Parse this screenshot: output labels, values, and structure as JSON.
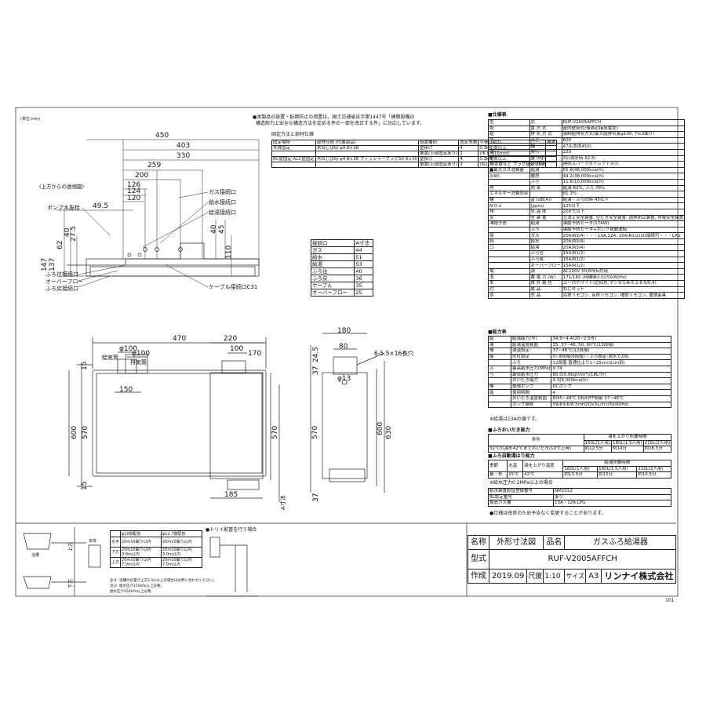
{
  "unit_label": "(単位:mm)",
  "top_notes": [
    "●本製品の設置・転倒防止の措置は，国土交通省告示第1447号「建築設備の",
    "構造耐力上安全な構造方法を定める件の一部を改正する件」に対応しています。"
  ],
  "fixing_method_title": "固定方法と部材仕様",
  "fixing_table": {
    "headers": [
      "固定場所",
      "部材仕様 (付属部品)",
      "設置種別",
      "固定本数",
      "引張り耐力",
      "備考"
    ],
    "rows": [
      [
        "木質固定",
        "木ねじ(JIS) φ4.8×38",
        "壁掛け",
        "4",
        "0.3kN/本以上",
        ""
      ],
      [
        "",
        "",
        "据置(上部固定あり)",
        "2",
        "(木下地15mm)",
        ""
      ],
      [
        "RC壁固定 ALC壁固定",
        "木ねじ(JIS) φ4.8×38 フィッシャープラグSX 6×30",
        "壁掛け",
        "4",
        "0.3kN/本以上",
        ""
      ],
      [
        "",
        "",
        "据置(上部固定あり)",
        "2",
        "(ねじの本数など プラグ組合せ時)",
        ""
      ]
    ]
  },
  "connection_table": {
    "headers": [
      "接続口",
      "A寸法"
    ],
    "rows": [
      [
        "ガス",
        "44"
      ],
      [
        "給水",
        "51"
      ],
      [
        "給湯",
        "53"
      ],
      [
        "ふろ往",
        "40"
      ],
      [
        "ふろ戻",
        "36"
      ],
      [
        "ケーブル",
        "35"
      ],
      [
        "オーバーフロー",
        "25"
      ]
    ]
  },
  "top_view": {
    "caption": "(上方からの透視図)",
    "dims_top": [
      "450",
      "403",
      "330",
      "259",
      "200",
      "126",
      "124",
      "120"
    ],
    "dims_side": [
      "147",
      "137",
      "62",
      "40",
      "27.5",
      "40",
      "45",
      "110"
    ],
    "dim_left": "49.5",
    "labels_right": [
      "ガス接続口",
      "給水接続口",
      "給湯接続口",
      "ケーブル接続口C31"
    ],
    "labels_left": [
      "ポンプ水抜栓",
      "ふろ往接続口",
      "オーバーフロー",
      "ふろ戻接続口"
    ]
  },
  "front_view": {
    "width": "470",
    "flue_dia_1": "φ100",
    "flue_dia_2": "φ100",
    "label_supply": "給気筒",
    "label_exhaust": "排気筒",
    "flue_span": "150",
    "height": "600",
    "top_offset": "15",
    "bottom_offset": "15",
    "inner_height": "570"
  },
  "side_view": {
    "dims_top": [
      "220",
      "100",
      "170"
    ],
    "height_inner": "570",
    "depth_bottom": "185",
    "label_a": "A寸法"
  },
  "back_view": {
    "width": "180",
    "inner_width": "80",
    "hole_label": "6-5.5×16長穴",
    "dia": "φ13",
    "dims_left": [
      "37",
      "24.5",
      "37"
    ],
    "height": "570",
    "height_total": "630",
    "height_600": "600"
  },
  "spec_title": "■仕様表",
  "spec_rows": [
    [
      "型",
      "式",
      "RUF-V2005AFFCH"
    ],
    [
      "設",
      "置 方 式",
      "屋内壁掛式(後面近接設置型)"
    ],
    [
      "給",
      "排 気 方 式",
      "強制給排気方式(最大給排気長φ100, 7m3曲り)"
    ],
    [
      "寸",
      "高さ",
      "600"
    ],
    [
      "",
      "幅",
      "470(本体450)"
    ],
    [
      "法",
      "奥行",
      "220"
    ],
    [
      "質",
      "量 (kg)",
      "31(満水時:32.5)"
    ],
    [
      "点",
      "火 方 式",
      "連続スパークダイレクト点火"
    ],
    [
      "■最大ガス消費量",
      "給湯",
      "55.8(48,000kcal/h)"
    ],
    [
      "(kW)",
      "暖房",
      "44.2(38,000kcal/h)"
    ],
    [
      "",
      "ふろ",
      "11.6(10,000kcal/h)"
    ],
    [
      "熱",
      "効 率",
      "給湯:82%, ふろ:76%"
    ],
    [
      "エネルギー消費効率",
      "",
      "81.3%"
    ],
    [
      "騒",
      "音 (dB(A))",
      "給湯・ふろ同時 45以下"
    ],
    [
      "N O x",
      "(ppm)",
      "125以下"
    ],
    [
      "排",
      "気 温 度",
      "200℃以下"
    ],
    [
      "安",
      "全 装 置",
      "立消え安全装置, 空だき安全装置, 過熱防止装置, 停電安全装置"
    ],
    [
      "凍結予防",
      "給湯",
      "凍結予防ヒータ(174W)"
    ],
    [
      "",
      "ふろ",
      "凍結予防ヒータ+ポンプ自動運転"
    ],
    [
      "接",
      "ガス",
      "20A(R3/4)・・・13A,12A, 15A(R1/2)1U接続可・・・LPG"
    ],
    [
      "続",
      "給水",
      "20A(R3/4)"
    ],
    [
      "口",
      "給湯",
      "20A(R3/4)"
    ],
    [
      "",
      "ふろ往",
      "15A(R1/2)"
    ],
    [
      "",
      "ふろ戻",
      "15A(R1/2)"
    ],
    [
      "",
      "オーバーフロー",
      "15A(R1/2)"
    ],
    [
      "電",
      "源",
      "AC100V 50/60Hz共用"
    ],
    [
      "消",
      "費 電 力 (W)",
      "171/185 (待機時2.0)(50/60Hz)"
    ],
    [
      "本",
      "体 外 装 色",
      "ユーロホワイト(近似色:マンセルN-5.2 8.5/0.4)"
    ],
    [
      "付",
      "属 品",
      "ねじセット"
    ],
    [
      "別",
      "売 品",
      "浴室リモコン, 台所リモコン, 増設リモコン, 循環金具"
    ]
  ],
  "capacity_title": "■能力表",
  "capacity_rows": [
    [
      "給",
      "給湯能力(号)",
      "34.9~4.4(20~2.5号)"
    ],
    [
      "湯",
      "給湯温度範囲",
      "35, 37~48, 50, 60℃(15段階)"
    ],
    [
      "機",
      "湯温設定",
      "37~48℃(12段階)"
    ],
    [
      "能",
      "水位設定",
      "0~8段階(6段階)・ふろ設定:満水で20L"
    ],
    [
      "",
      "ふろ",
      "12段階 普通位より1~25cm(2cm刻)"
    ],
    [
      "ふ",
      "最高給水圧力(MPa)",
      "0.74"
    ],
    [
      "ろ",
      "最低給水圧力",
      "80.0(0.8kgf/cm²)(18L/分)"
    ],
    [
      "",
      "おいだき能力",
      "9.3(8,000kcal/h)"
    ],
    [
      "機",
      "循環ポンプ",
      "DCポンプ"
    ],
    [
      "能",
      "使用時間",
      "4"
    ],
    [
      "",
      "おいだき温度範囲",
      "約45~48℃ ON/OFF制御 37~48℃"
    ],
    [
      "",
      "ポンプ揚程",
      "59/83(6/8.5mH2O)(5L/分)(50/60Hz)"
    ]
  ],
  "capacity_note": "※給湯は13Aの値です。",
  "reheat_title": "■ふろおいだき能力",
  "reheat_table": {
    "headers": [
      "条件",
      "湯を上がり所要時間"
    ],
    "sub_headers": [
      "160L(1人用)",
      "180L(1.5人用)",
      "210L(2人用)"
    ],
    "row_label": "32℃の湯を42℃までおいだき(10℃上昇)",
    "values": [
      "約12.5分",
      "約14分",
      "約16.5分"
    ]
  },
  "auto_fill_title": "■ふろ自動湯はり能力",
  "auto_fill_table": {
    "headers": [
      "季節",
      "水温",
      "湯を上がり温度",
      "給湯所要時間"
    ],
    "sub_headers": [
      "160L(1人用)",
      "180L(1.5人用)",
      "210L(2人用)"
    ],
    "row": [
      "春・秋",
      "15℃",
      "42℃",
      "約13.5分",
      "約15分",
      "約16.5分"
    ],
    "note": "※給水圧力0.2MPa以上の場合"
  },
  "cert_rows": [
    [
      "給水装置認証登録番号",
      "NM2012"
    ],
    [
      "BL認定番号",
      "あり"
    ],
    [
      "製造ガス種",
      "13A・12A,LPG"
    ]
  ],
  "spec_footnote": "●仕様は改良のため予告なく変更することがあります。",
  "bottom_left_table": {
    "headers": [
      "",
      "φ10側配管",
      "φ12.7側配管"
    ],
    "rows": [
      [
        "水平",
        "20m10曲り以内",
        "20m10曲り以内"
      ],
      [
        "下方",
        "20m10曲り以内 3.0m以内",
        "20m10曲り以内 3.0m以内"
      ],
      [
        "上方",
        "20m10曲り以内 7.0m以内",
        "20m10曲り以内 7.0m以内"
      ]
    ],
    "labels": [
      "上方",
      "下方",
      "浴槽",
      "本体"
    ],
    "notes": [
      "注)1. 浴槽の位置が上方5.0m以上の場合はお問い合わせください。",
      "注)2. 給水圧が150kPa以上必要。",
      "給水圧が150kPa以上必要。"
    ]
  },
  "trap_title": "●トリイ配管を行う場合",
  "title_block": {
    "name_label": "名称",
    "name_value": "外形寸法図",
    "product_label": "品名",
    "product_value": "ガスふろ給湯器",
    "model_label": "型式",
    "model_value": "RUF-V2005AFFCH",
    "made_label": "作成",
    "made_value": "2019.09",
    "scale_label": "尺度",
    "scale_value": "1:10",
    "size_label": "サイズ",
    "size_value": "A3",
    "company": "リンナイ株式会社",
    "page_code": "101"
  }
}
